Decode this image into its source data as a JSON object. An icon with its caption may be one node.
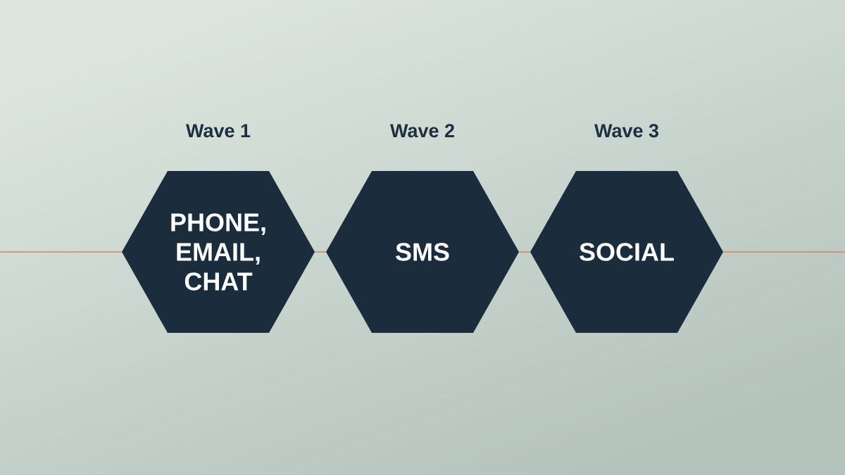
{
  "diagram": {
    "nodes": [
      {
        "text": [
          "Wave 1",
          "PHONE, EMAIL, CHAT"
        ]
      },
      {
        "text": [
          "Wave 2",
          "SMS"
        ]
      },
      {
        "text": [
          "Wave 3",
          "SOCIAL"
        ]
      }
    ],
    "edges": [
      {
        "from": null,
        "to": 0,
        "arrow": "none"
      },
      {
        "from": 0,
        "to": 1,
        "arrow": "none"
      },
      {
        "from": 1,
        "to": 2,
        "arrow": "none"
      },
      {
        "from": 2,
        "to": null,
        "arrow": "none"
      }
    ]
  }
}
